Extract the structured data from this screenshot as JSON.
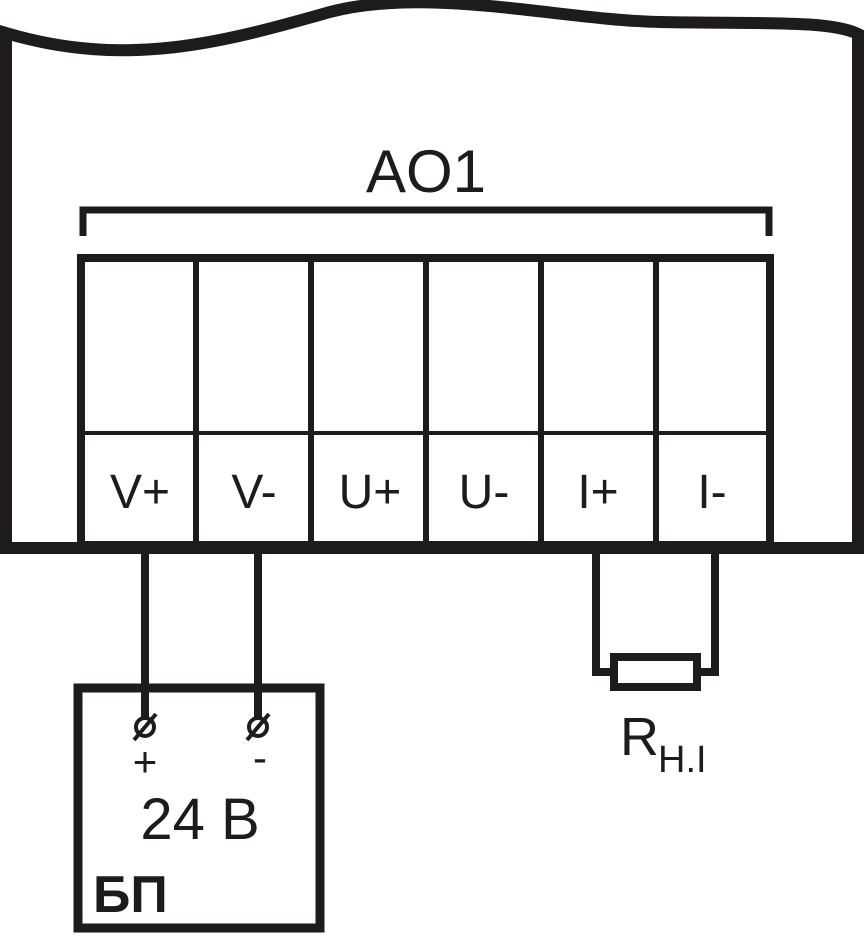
{
  "diagram": {
    "module_label": "AO1",
    "terminals": [
      "V+",
      "V-",
      "U+",
      "U-",
      "I+",
      "I-"
    ],
    "power_supply": {
      "plus_symbol": "+",
      "minus_symbol": "-",
      "voltage": "24 В",
      "name": "БП"
    },
    "resistor": {
      "label_main": "R",
      "label_sub": "Н.I"
    },
    "colors": {
      "ink": "#1e1b1c",
      "background": "#ffffff"
    }
  }
}
